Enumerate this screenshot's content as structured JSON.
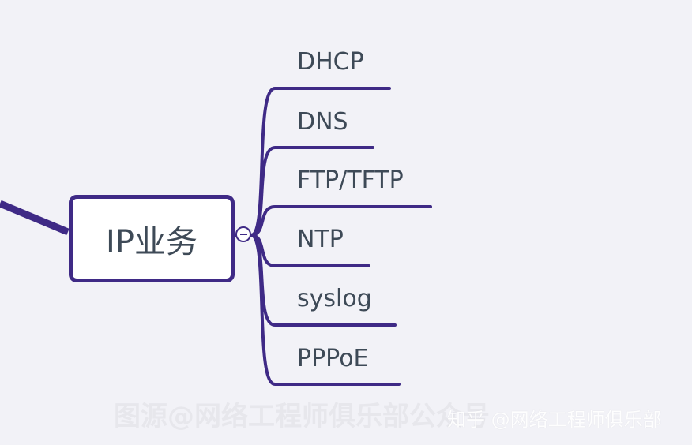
{
  "mindmap": {
    "central_topic": "IP业务",
    "branches": [
      {
        "label": "DHCP"
      },
      {
        "label": "DNS"
      },
      {
        "label": "FTP/TFTP"
      },
      {
        "label": "NTP"
      },
      {
        "label": "syslog"
      },
      {
        "label": "PPPoE"
      }
    ]
  },
  "watermarks": {
    "background": "图源@网络工程师俱乐部公众号",
    "platform": "知乎 @网络工程师俱乐部"
  },
  "colors": {
    "background": "#f2f2f7",
    "connector": "#3f2a86",
    "text": "#3e4a57",
    "node_fill": "#ffffff"
  }
}
